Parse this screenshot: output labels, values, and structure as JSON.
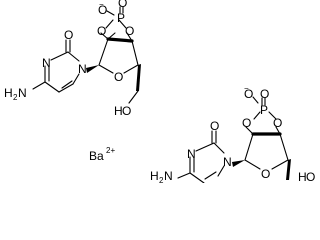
{
  "molecules": [
    {
      "atoms": {
        "oxide_minus": "O",
        "oxide_charge": "−",
        "phosphorus": "P",
        "phosphoryl_oxygen": "O",
        "ester_oxygen_left": "O",
        "ester_oxygen_right": "O",
        "ring_oxygen": "O",
        "carbonyl_oxygen": "O",
        "ring_nitrogen_top": "N",
        "ring_nitrogen_glycosidic": "N",
        "amine_h": "H",
        "amine_sub": "2",
        "amine_n": "N",
        "hydroxyl_h": "H",
        "hydroxyl_o": "O"
      }
    },
    {
      "atoms": {
        "oxide_minus": "O",
        "oxide_charge": "−",
        "phosphorus": "P",
        "phosphoryl_oxygen": "O",
        "ester_oxygen_left": "O",
        "ester_oxygen_right": "O",
        "ring_oxygen": "O",
        "carbonyl_oxygen": "O",
        "ring_nitrogen_top": "N",
        "ring_nitrogen_glycosidic": "N",
        "amine_h": "H",
        "amine_sub": "2",
        "amine_n": "N",
        "hydroxyl_h": "H",
        "hydroxyl_o": "O"
      }
    }
  ],
  "counterion": {
    "symbol": "Ba",
    "charge": "2+"
  }
}
